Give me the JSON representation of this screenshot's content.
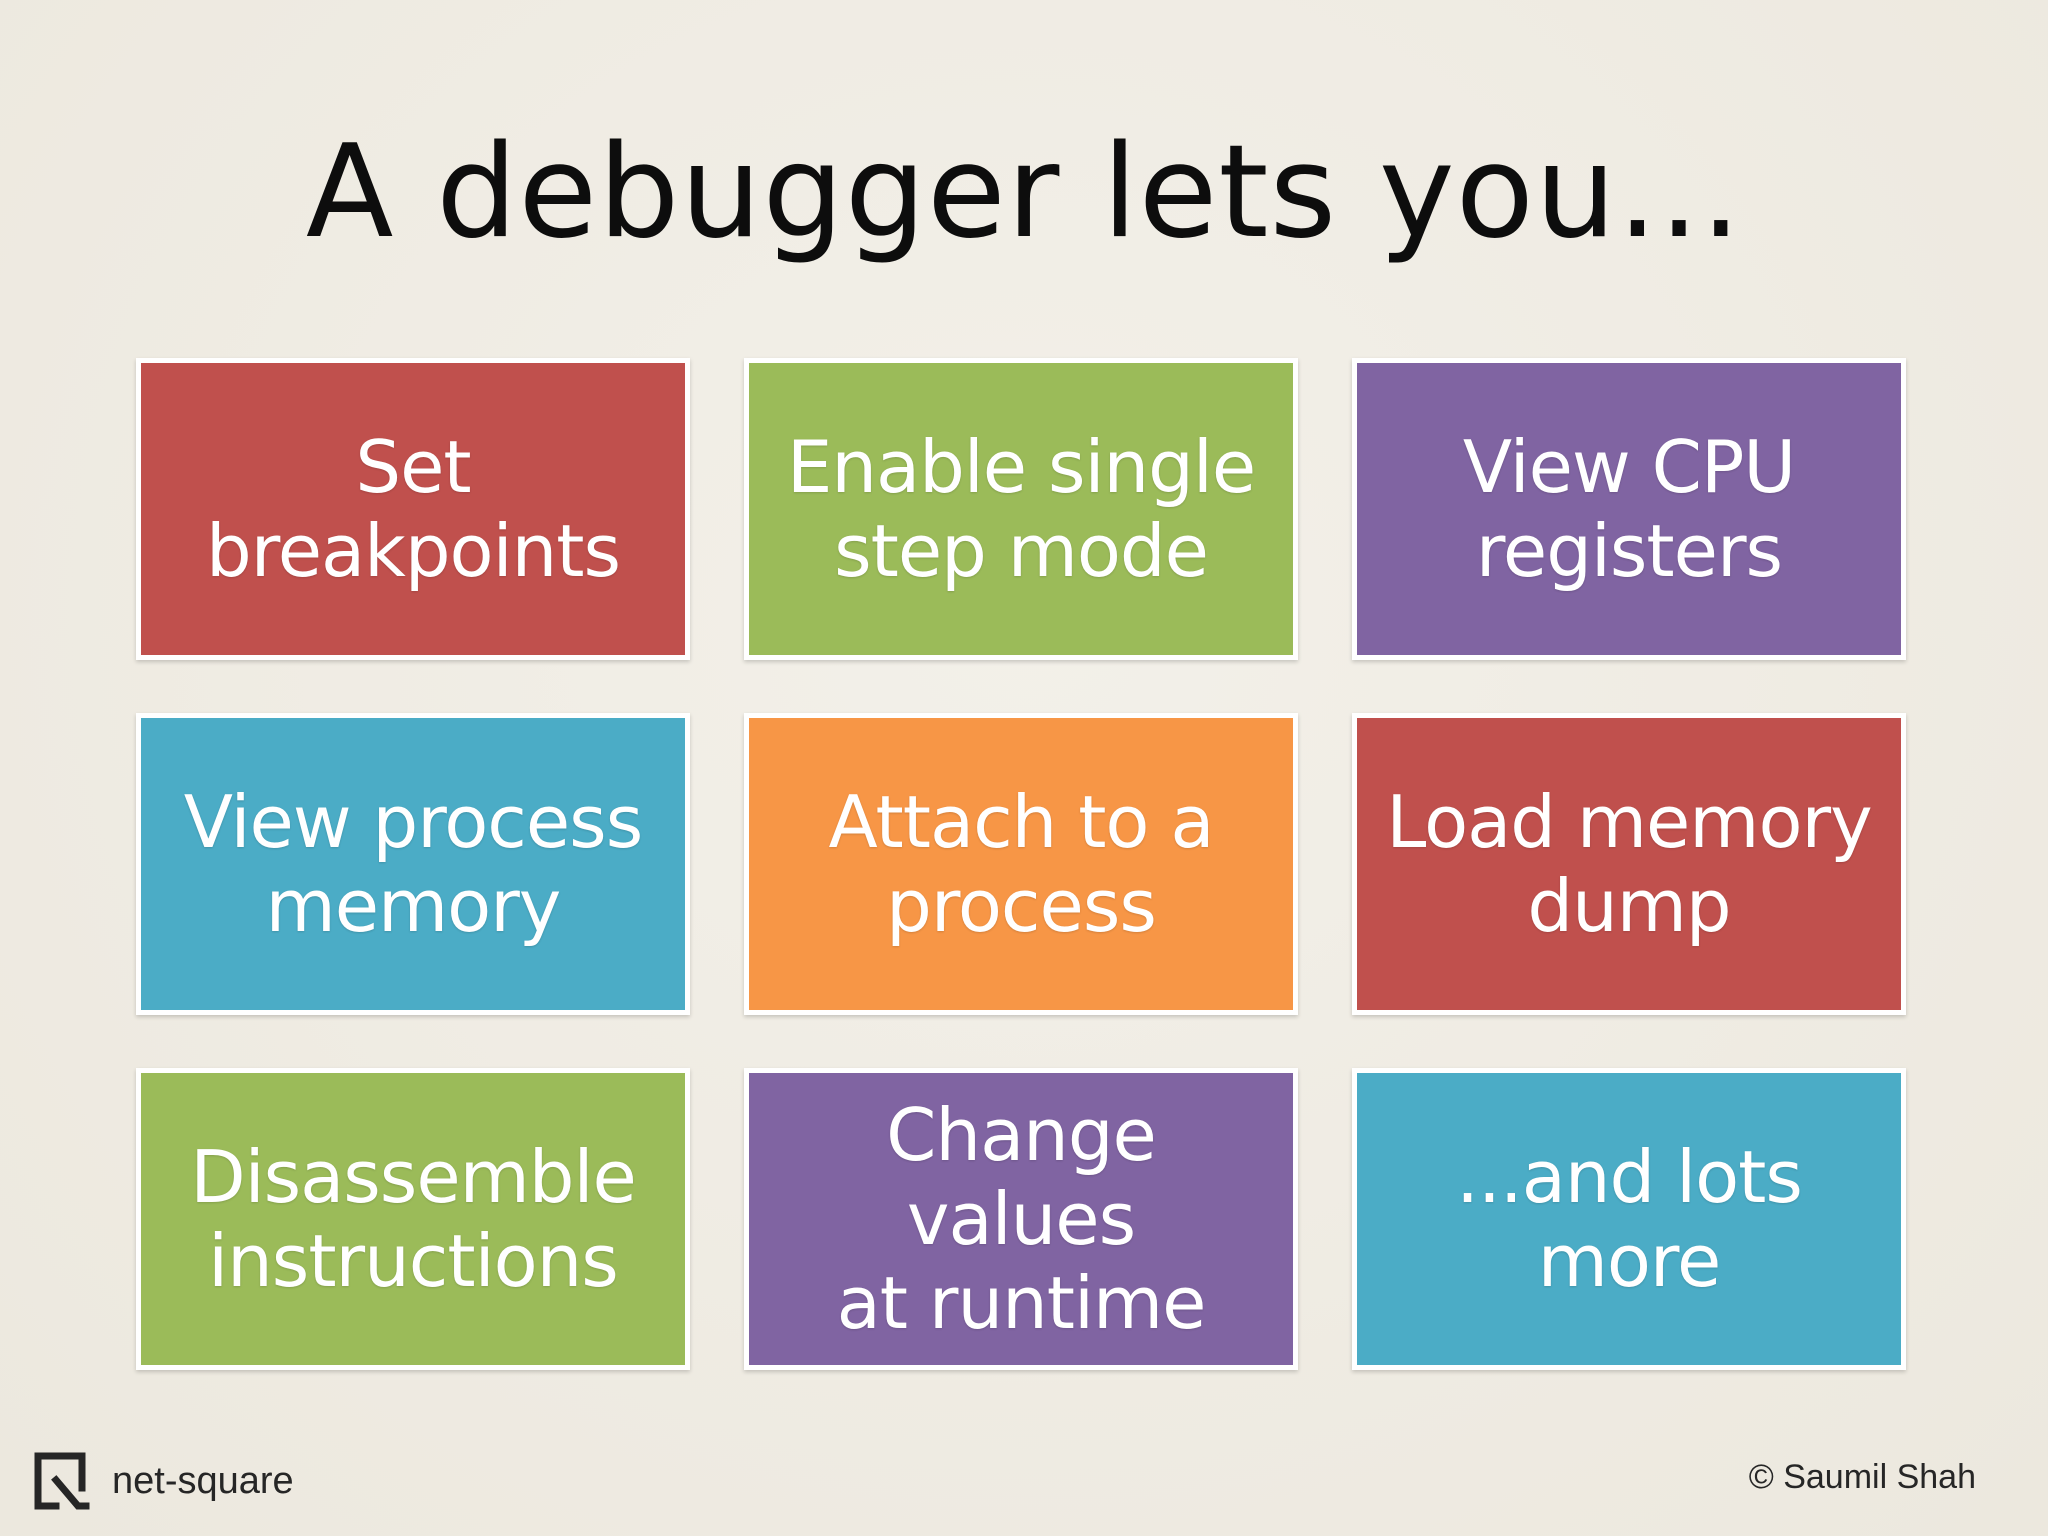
{
  "slide": {
    "title": "A debugger lets you...",
    "tiles": [
      {
        "label": "Set\nbreakpoints",
        "color": "#c0504d"
      },
      {
        "label": "Enable single\nstep mode",
        "color": "#9bbb59"
      },
      {
        "label": "View CPU\nregisters",
        "color": "#8064a2"
      },
      {
        "label": "View process\nmemory",
        "color": "#4bacc6"
      },
      {
        "label": "Attach to a\nprocess",
        "color": "#f79646"
      },
      {
        "label": "Load memory\ndump",
        "color": "#c0504d"
      },
      {
        "label": "Disassemble\ninstructions",
        "color": "#9bbb59"
      },
      {
        "label": "Change values\nat runtime",
        "color": "#8064a2"
      },
      {
        "label": "...and lots\nmore",
        "color": "#4bacc6"
      }
    ]
  },
  "footer": {
    "logo_icon": "net-square-logo-icon",
    "logo_text": "net-square",
    "copyright": "© Saumil Shah"
  }
}
